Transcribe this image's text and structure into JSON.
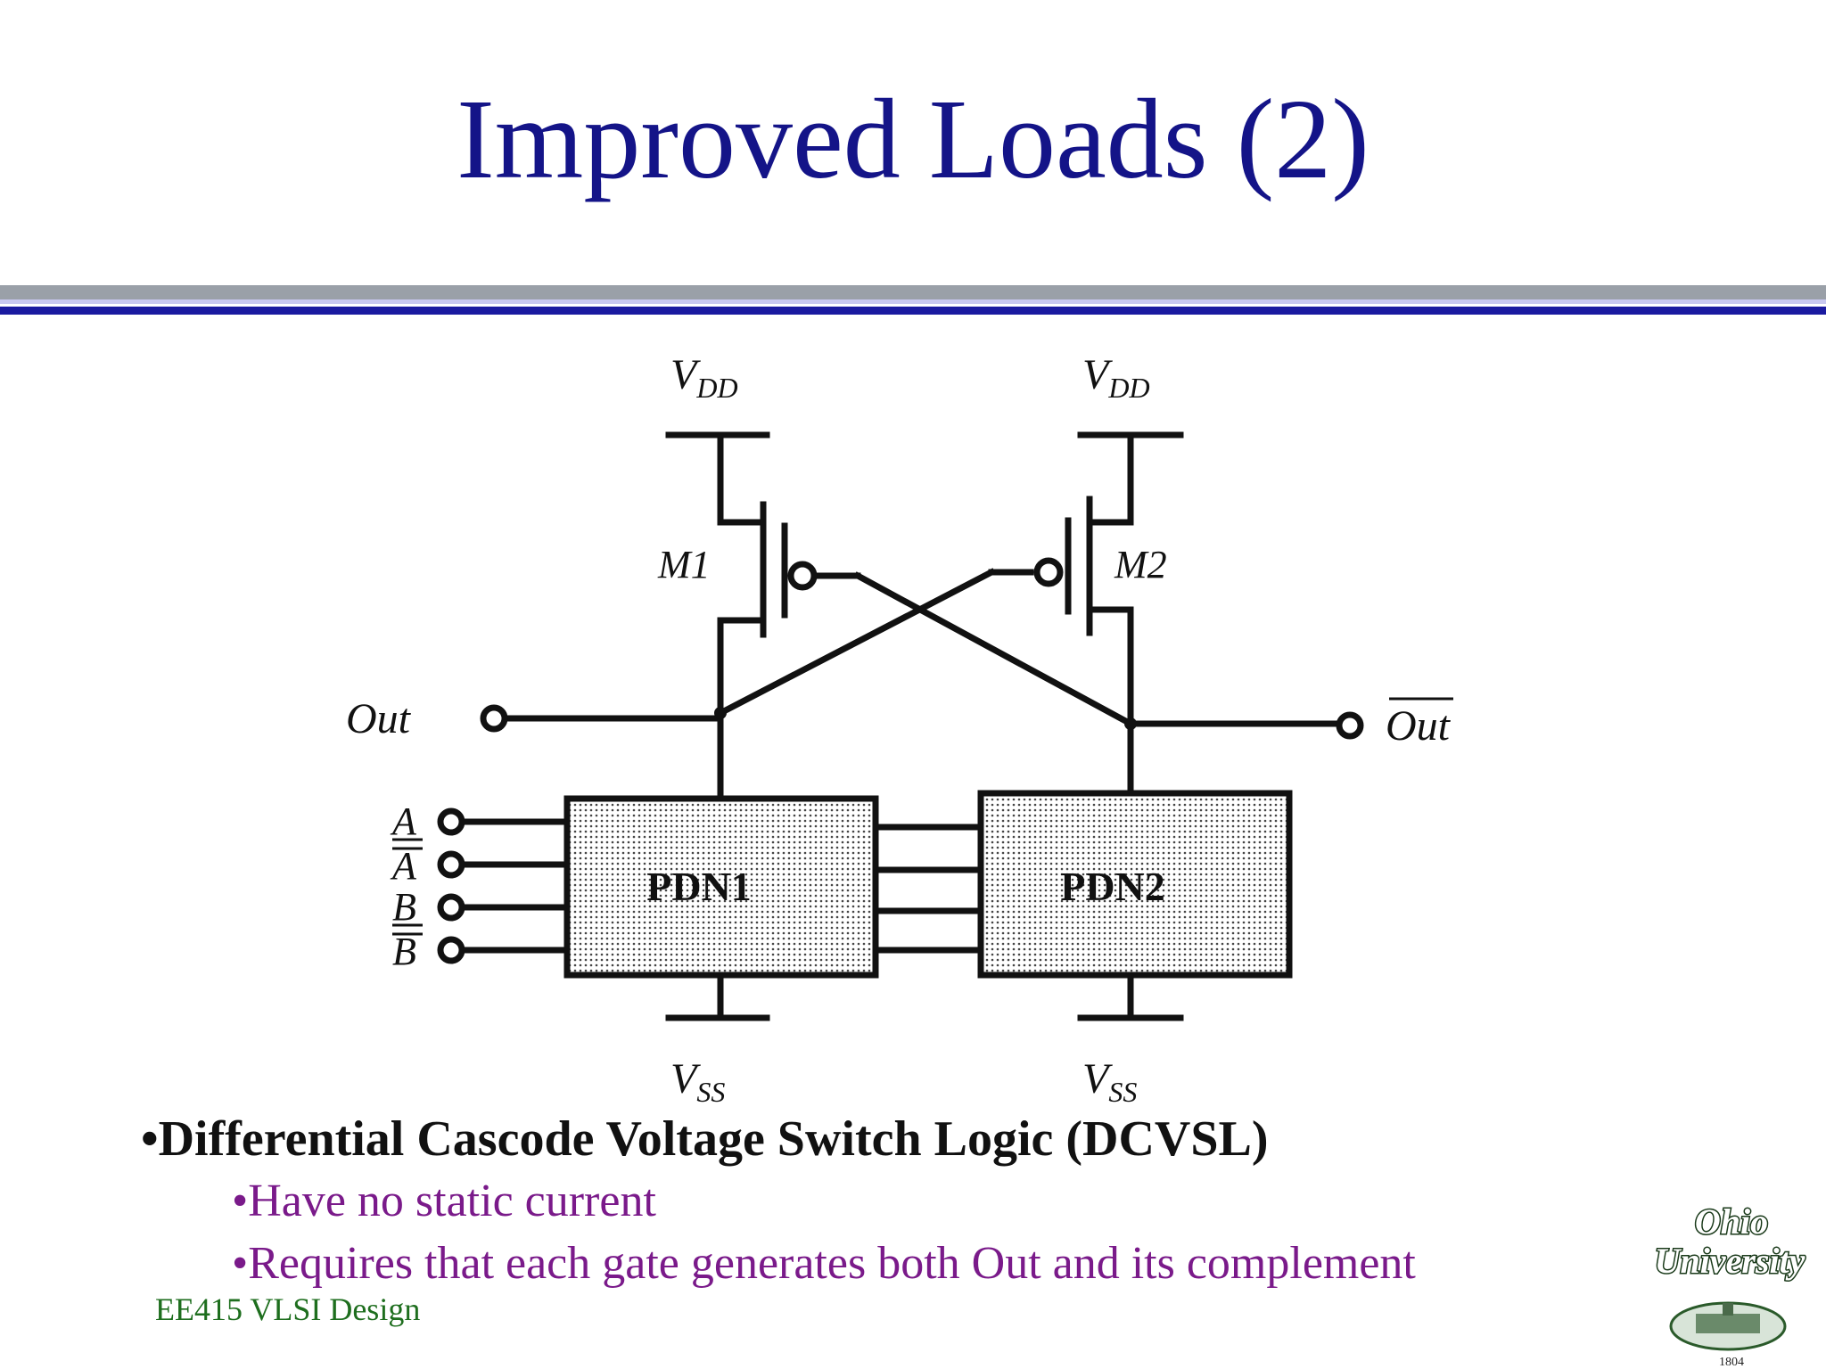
{
  "slide": {
    "title": "Improved Loads (2)",
    "footer": "EE415 VLSI Design"
  },
  "circuit": {
    "vdd_left": "V",
    "vdd_left_sub": "DD",
    "vdd_right": "V",
    "vdd_right_sub": "DD",
    "vss_left": "V",
    "vss_left_sub": "SS",
    "vss_right": "V",
    "vss_right_sub": "SS",
    "m1": "M1",
    "m2": "M2",
    "out": "Out",
    "out_bar": "Out",
    "pdn1": "PDN1",
    "pdn2": "PDN2",
    "inputs": [
      "A",
      "A",
      "B",
      "B"
    ]
  },
  "bullets": {
    "main": "•Differential Cascode Voltage Switch Logic (DCVSL)",
    "sub": [
      "•Have no static current",
      "•Requires that each gate generates both Out and its complement"
    ]
  },
  "logo": {
    "line1": "Ohio",
    "line2": "University",
    "year": "1804"
  }
}
